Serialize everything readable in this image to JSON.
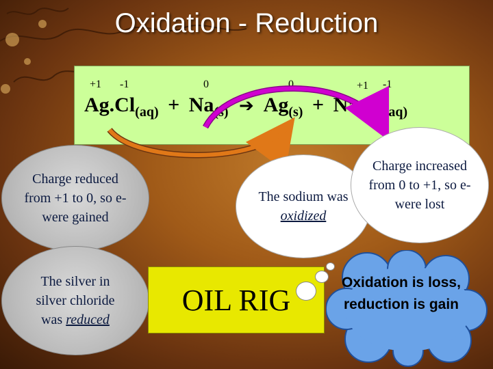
{
  "title": "Oxidation - Reduction",
  "ox_states": {
    "ag_in": "+1",
    "cl_in": "-1",
    "na_in": "0",
    "ag_out": "0",
    "na_out": "+1",
    "cl_out": "-1"
  },
  "equation": {
    "reactant1": "Ag.Cl",
    "reactant1_state": "(aq)",
    "plus1": "+",
    "reactant2": "Na",
    "reactant2_state": "(s)",
    "arrow": "➔",
    "product1": "Ag",
    "product1_state": "(s)",
    "plus2": "+",
    "product2": "Na.Cl",
    "product2_state": "(aq)"
  },
  "notes": {
    "reduced_from": "Charge reduced from +1 to 0, so e- were gained",
    "silver_reduced_pre": "The silver in silver chloride was",
    "silver_reduced_word": "reduced",
    "sodium_oxidized_pre": "The sodium was",
    "sodium_oxidized_word": "oxidized",
    "charge_increased": "Charge increased from 0 to +1, so e- were lost"
  },
  "oil_rig": "OIL RIG",
  "cloud_text": "Oxidation is loss, reduction is gain",
  "colors": {
    "equation_box": "#ccff99",
    "reduction_arrow": "#e07818",
    "oxidation_arrow": "#d000d0",
    "oil_box": "#e8e800",
    "cloud": "#6aa3e8",
    "text_blue": "#0c1a40"
  }
}
